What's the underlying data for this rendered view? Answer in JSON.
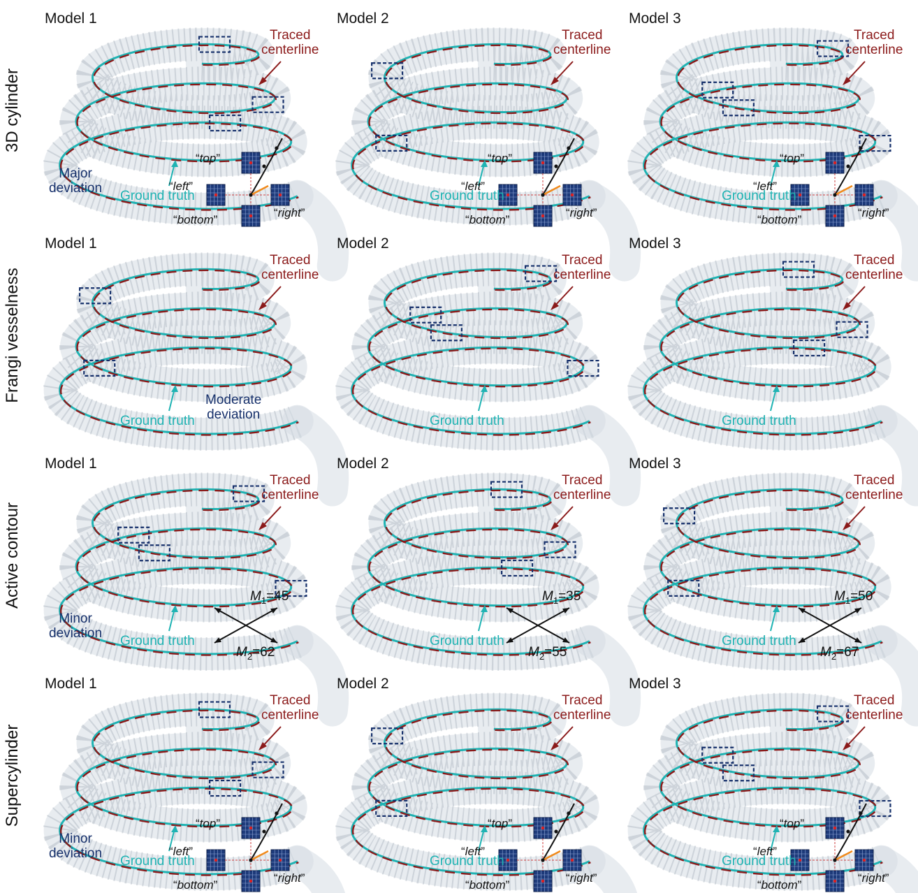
{
  "rows": [
    {
      "label": "3D cylinder",
      "show_cube": true,
      "show_measure": false,
      "panels": [
        {
          "model": "Model 1",
          "deviation": {
            "line1": "Major",
            "line2": "deviation"
          }
        },
        {
          "model": "Model 2"
        },
        {
          "model": "Model 3"
        }
      ]
    },
    {
      "label": "Frangi vesselness",
      "show_cube": false,
      "show_measure": false,
      "panels": [
        {
          "model": "Model 1",
          "deviation": {
            "line1": "Moderate",
            "line2": "deviation"
          }
        },
        {
          "model": "Model 2"
        },
        {
          "model": "Model 3"
        }
      ]
    },
    {
      "label": "Active contour",
      "show_cube": false,
      "show_measure": true,
      "panels": [
        {
          "model": "Model 1",
          "deviation": {
            "line1": "Minor",
            "line2": "deviation"
          },
          "m1": "=45",
          "m2": "=62"
        },
        {
          "model": "Model 2",
          "m1": "=35",
          "m2": "=55"
        },
        {
          "model": "Model 3",
          "m1": "=50",
          "m2": "=67"
        }
      ]
    },
    {
      "label": "Supercylinder",
      "show_cube": true,
      "show_measure": false,
      "panels": [
        {
          "model": "Model 1",
          "deviation": {
            "line1": "Minor",
            "line2": "deviation"
          }
        },
        {
          "model": "Model 2"
        },
        {
          "model": "Model 3"
        }
      ]
    }
  ],
  "labels": {
    "traced_line1": "Traced",
    "traced_line2": "centerline",
    "ground_truth": "Ground truth",
    "face_top": "top",
    "face_left": "left",
    "face_bottom": "bottom",
    "face_right": "right",
    "quote_open": "“",
    "quote_close": "”",
    "m1_symbol": "M",
    "m1_sub": "1",
    "m2_symbol": "M",
    "m2_sub": "2"
  },
  "colors": {
    "traced": "#8b1a1a",
    "ground_truth": "#1fb3b3",
    "deviation": "#16306b",
    "mesh": "#9aa6b2",
    "mesh_fill": "#d6dde4"
  }
}
